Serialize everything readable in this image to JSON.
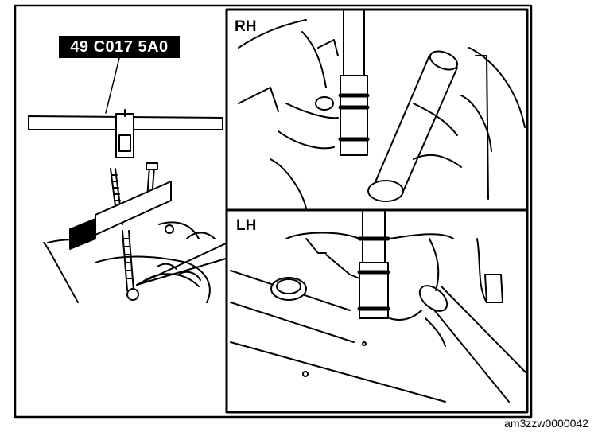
{
  "tool_number": "49 C017 5A0",
  "panels": {
    "rh_label": "RH",
    "lh_label": "LH"
  },
  "figure_id": "am3zzw0000042"
}
